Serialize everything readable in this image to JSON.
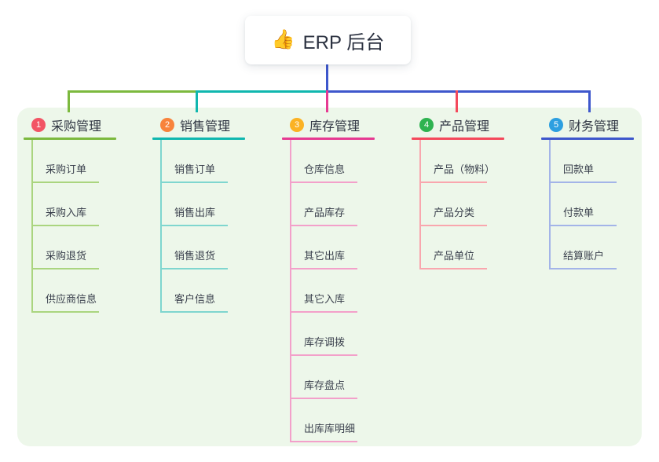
{
  "root": {
    "icon": "👍",
    "label": "ERP 后台"
  },
  "colors": {
    "canvas_bg": "#ffffff",
    "panel_bg": "#edf7ea",
    "root_connector": "#3e57cc",
    "root_text": "#2b3140",
    "title_text": "#2f3542",
    "child_text": "#3a404d"
  },
  "branches": [
    {
      "badge": "1",
      "label": "采购管理",
      "badge_color": "#f25565",
      "line_color": "#7cb93e",
      "child_line_color": "#aad57f",
      "children": [
        "采购订单",
        "采购入库",
        "采购退货",
        "供应商信息"
      ]
    },
    {
      "badge": "2",
      "label": "销售管理",
      "badge_color": "#f8833c",
      "line_color": "#10b7af",
      "child_line_color": "#7fd6cf",
      "children": [
        "销售订单",
        "销售出库",
        "销售退货",
        "客户信息"
      ]
    },
    {
      "badge": "3",
      "label": "库存管理",
      "badge_color": "#fbb224",
      "line_color": "#e63a92",
      "child_line_color": "#f3a0ca",
      "children": [
        "仓库信息",
        "产品库存",
        "其它出库",
        "其它入库",
        "库存调拨",
        "库存盘点",
        "出库库明细"
      ]
    },
    {
      "badge": "4",
      "label": "产品管理",
      "badge_color": "#2eb350",
      "line_color": "#f4495c",
      "child_line_color": "#f9a6ae",
      "children": [
        "产品（物料）",
        "产品分类",
        "产品单位"
      ]
    },
    {
      "badge": "5",
      "label": "财务管理",
      "badge_color": "#2d9fe0",
      "line_color": "#3e57cc",
      "child_line_color": "#a3b4e8",
      "children": [
        "回款单",
        "付款单",
        "结算账户"
      ]
    }
  ]
}
